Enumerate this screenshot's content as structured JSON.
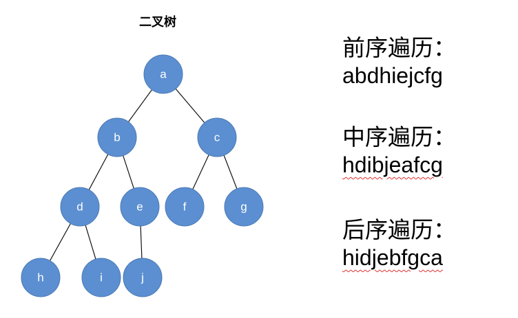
{
  "diagram": {
    "title": "二叉树",
    "nodes": [
      {
        "id": "a",
        "label": "a"
      },
      {
        "id": "b",
        "label": "b"
      },
      {
        "id": "c",
        "label": "c"
      },
      {
        "id": "d",
        "label": "d"
      },
      {
        "id": "e",
        "label": "e"
      },
      {
        "id": "f",
        "label": "f"
      },
      {
        "id": "g",
        "label": "g"
      },
      {
        "id": "h",
        "label": "h"
      },
      {
        "id": "i",
        "label": "i"
      },
      {
        "id": "j",
        "label": "j"
      }
    ],
    "edges": [
      [
        "a",
        "b"
      ],
      [
        "a",
        "c"
      ],
      [
        "b",
        "d"
      ],
      [
        "b",
        "e"
      ],
      [
        "c",
        "f"
      ],
      [
        "c",
        "g"
      ],
      [
        "d",
        "h"
      ],
      [
        "d",
        "i"
      ],
      [
        "e",
        "j"
      ]
    ],
    "node_color": "#5b8fd1"
  },
  "traversals": {
    "preorder": {
      "label": "前序遍历：",
      "sequence": "abdhiejcfg"
    },
    "inorder": {
      "label": "中序遍历：",
      "sequence": "hdibjeafcg"
    },
    "postorder": {
      "label": "后序遍历：",
      "sequence": "hidjebfgca"
    }
  }
}
